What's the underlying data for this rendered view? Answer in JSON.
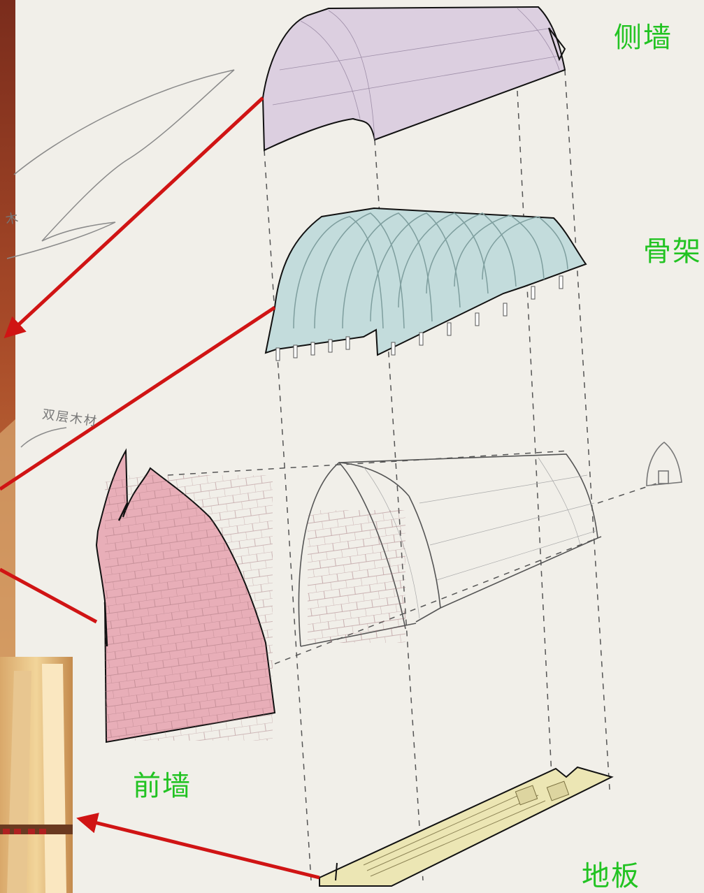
{
  "labels": {
    "side_wall": "侧墙",
    "frame": "骨架",
    "front_wall": "前墙",
    "floor": "地板"
  },
  "sketch_notes": {
    "note_1": "木",
    "note_2": "双层木材"
  },
  "colors": {
    "paper": "#f1efe9",
    "label_green": "#22c322",
    "arrow_red": "#d01414",
    "side_wall_fill": "#dccfe0",
    "frame_fill": "#c3dcdc",
    "front_wall_fill": "#e8aeb8",
    "floor_fill": "#ece6b4",
    "pencil": "#555555"
  },
  "photo_strip": {
    "description_colors": [
      "#8a3a22",
      "#b0542e",
      "#c9824a"
    ]
  }
}
